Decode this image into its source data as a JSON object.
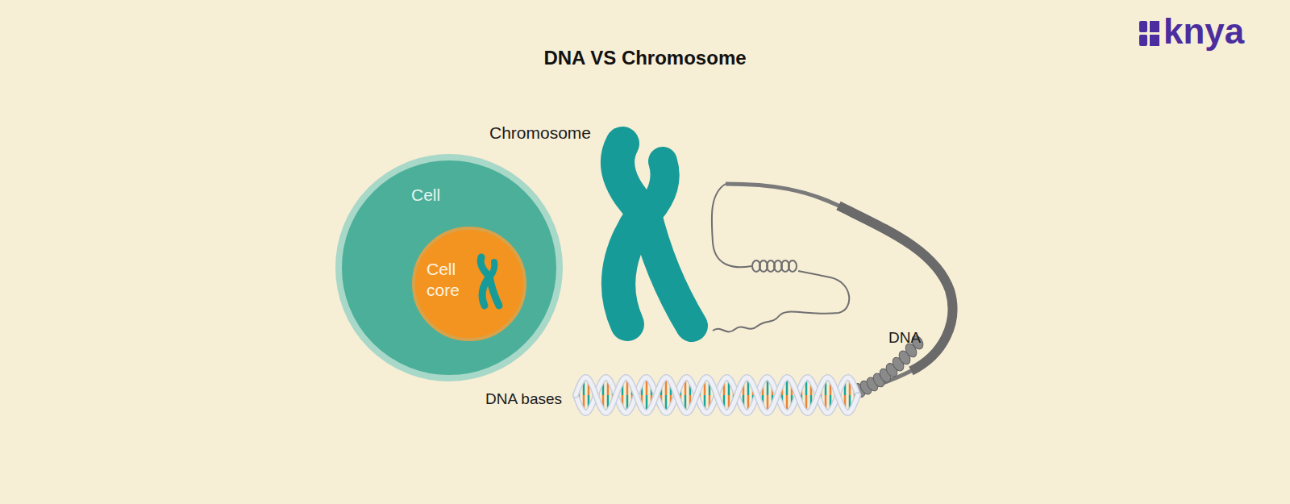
{
  "diagram": {
    "title": "DNA VS Chromosome",
    "nodes": [
      {
        "text": [
          "Cell"
        ]
      },
      {
        "text": [
          "Cell core"
        ],
        "in": 0
      }
    ],
    "labels": [
      "Chromosome",
      "DNA",
      "DNA bases",
      "knya"
    ]
  }
}
